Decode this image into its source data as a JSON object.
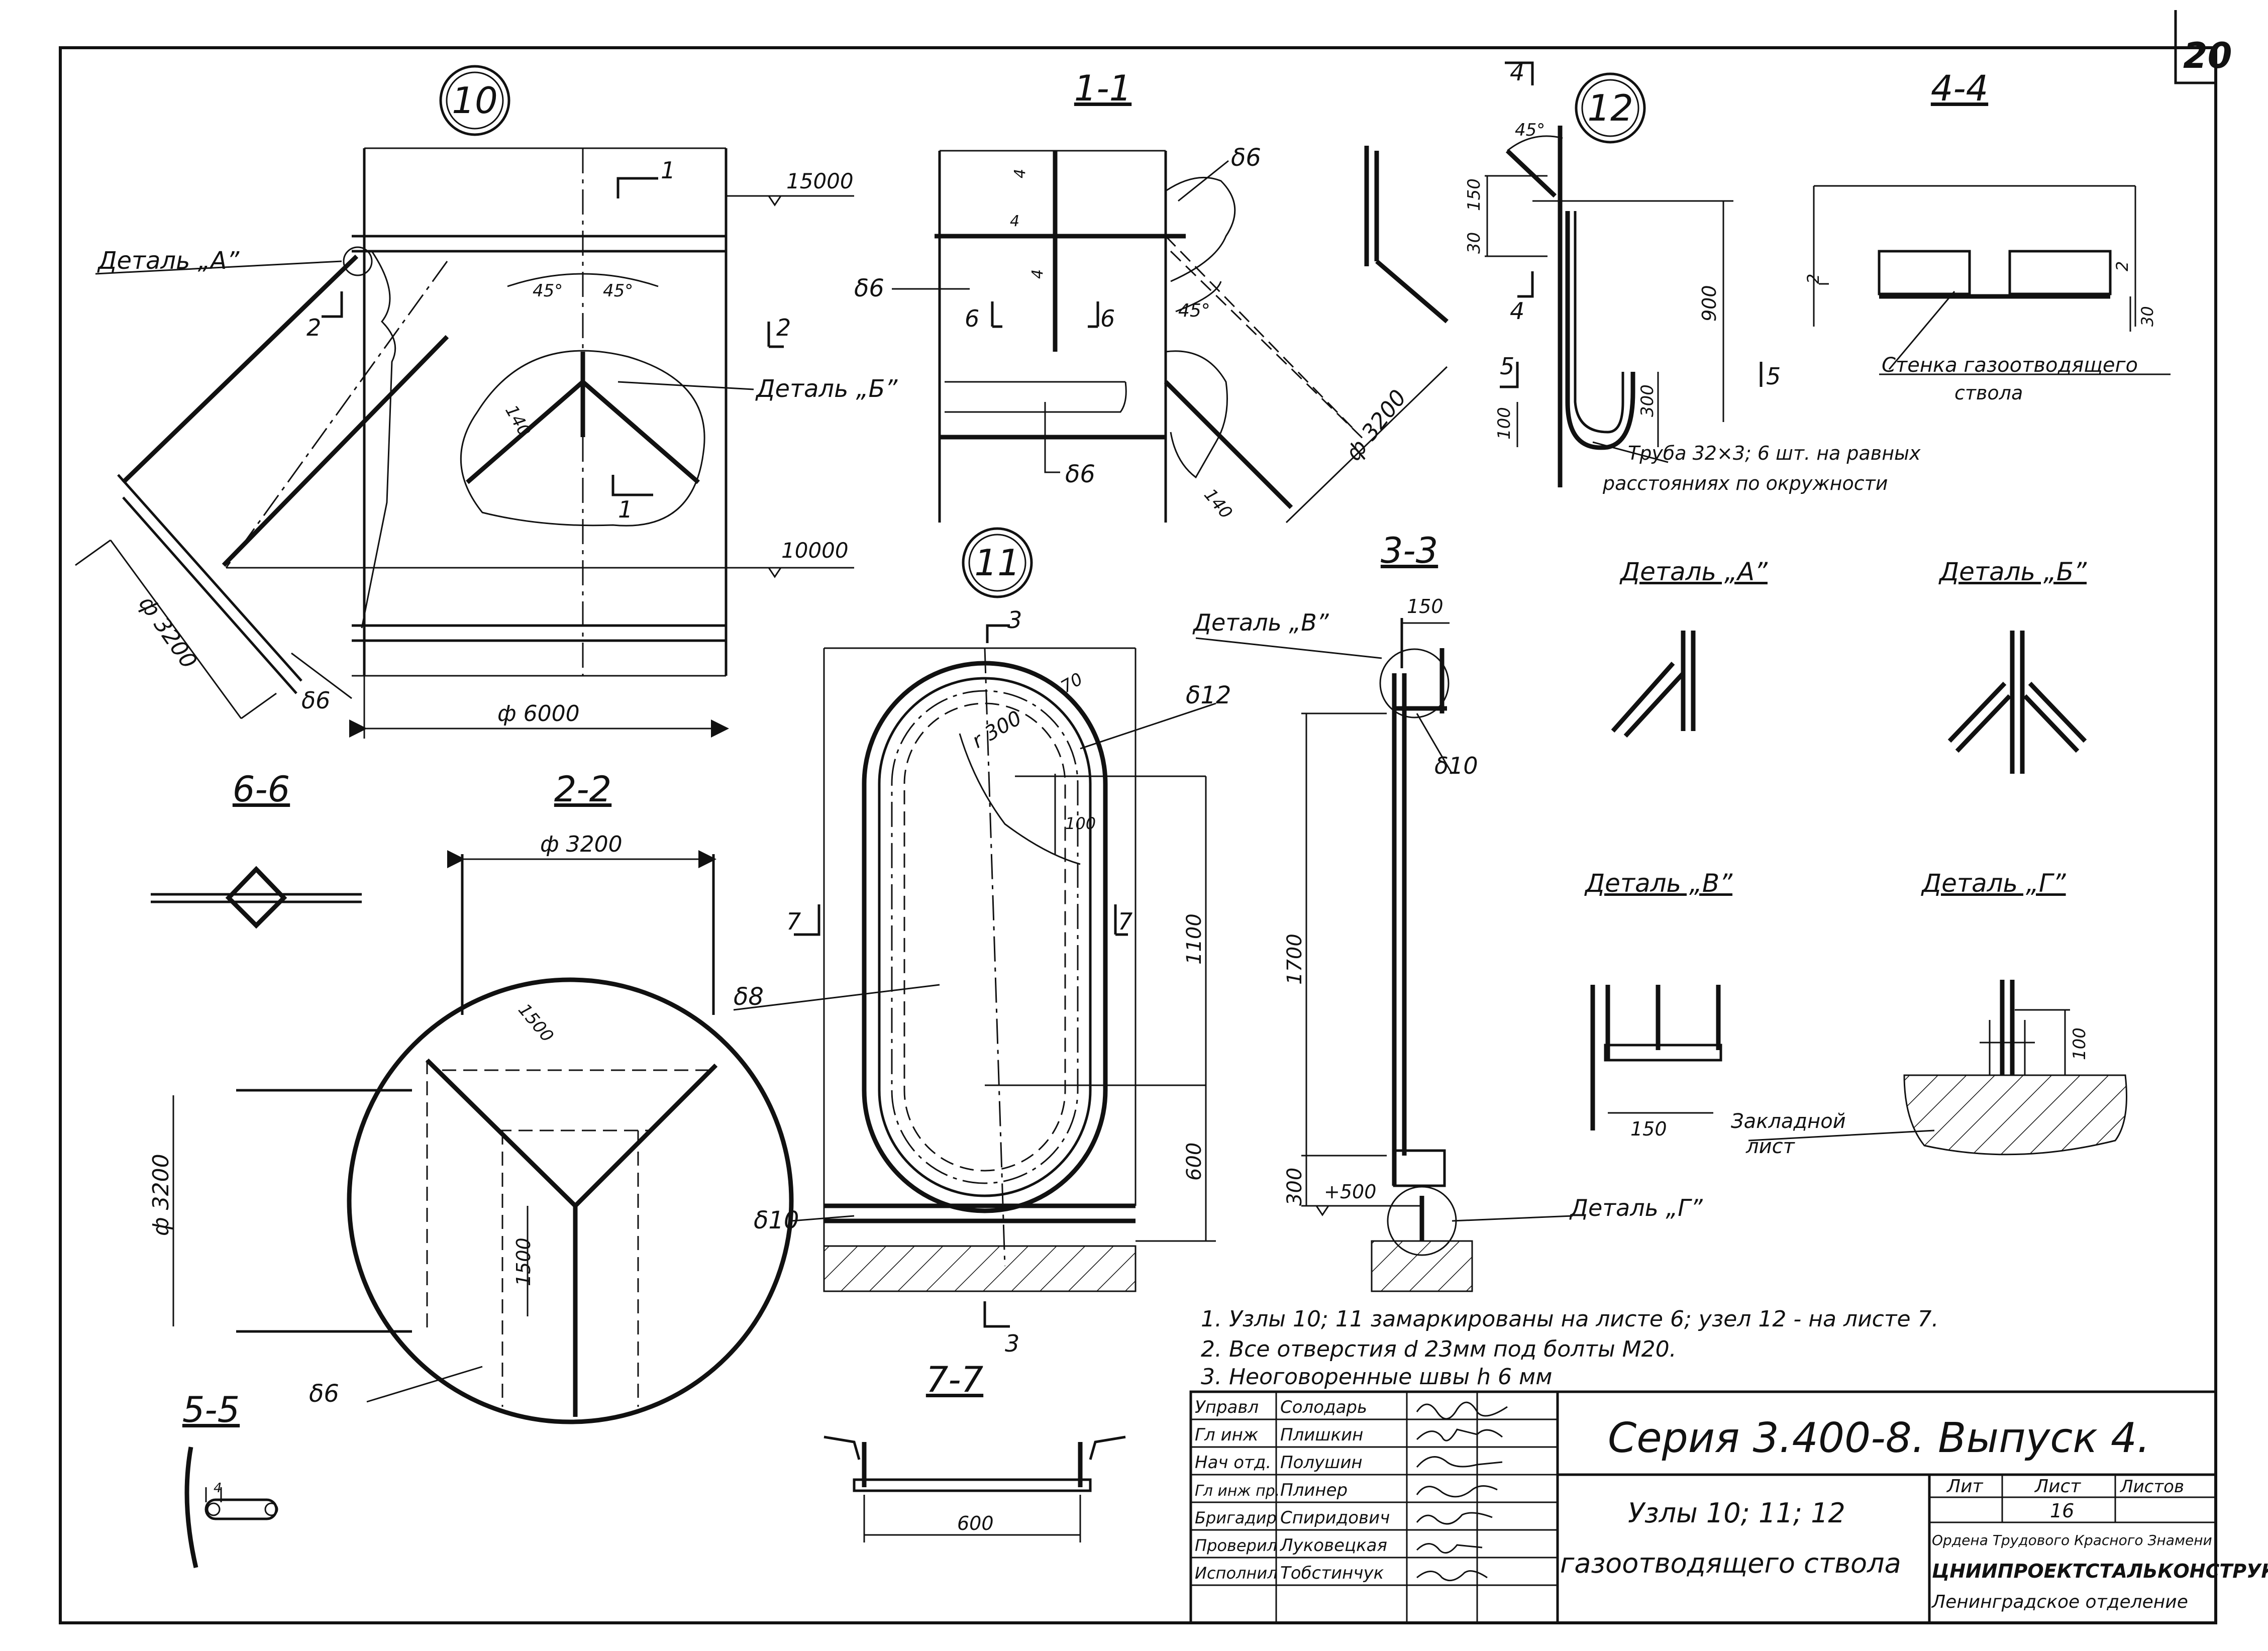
{
  "sheet": {
    "number": "20"
  },
  "node10": {
    "label": "10",
    "elev_top": "15000",
    "elev_bottom": "10000",
    "detail_a": "Деталь „А”",
    "detail_b": "Деталь „Б”",
    "angle_left": "45°",
    "angle_right": "45°",
    "dim_140": "140",
    "dim_dia_branch": "ф 3200",
    "dim_dia_main": "ф 6000",
    "thickness": "δ6",
    "cut_1_top": "1",
    "cut_1_bottom": "1",
    "cut_2_left": "2",
    "cut_2_right": "2"
  },
  "section11": {
    "title": "1-1",
    "thk_top": "δ6",
    "thk_left": "δ6",
    "thk_bottom": "δ6",
    "cut6_left": "6",
    "cut6_right": "6",
    "angle": "45°",
    "dim_140": "140",
    "dim_dia": "ф 3200",
    "weld_4a": "4",
    "weld_4b": "4",
    "weld_4c": "4"
  },
  "node12": {
    "label": "12",
    "angle": "45°",
    "dim_150": "150",
    "dim_30": "30",
    "dim_900": "900",
    "dim_300": "300",
    "dim_100": "100",
    "cut4_top": "4",
    "cut4_bottom": "4",
    "cut5_left": "5",
    "cut5_right": "5",
    "pipe_note_line1": "Труба 32×3; 6 шт. на равных",
    "pipe_note_line2": "расстояниях по окружности"
  },
  "section44": {
    "title": "4-4",
    "dim_30": "30",
    "mark_2a": "2",
    "mark_2b": "2",
    "wall_note_line1": "Стенка газоотводящего",
    "wall_note_line2": "ствола"
  },
  "details": {
    "a_title": "Деталь „А”",
    "b_title": "Деталь „Б”",
    "v_title": "Деталь „В”",
    "g_title": "Деталь „Г”",
    "v_dim": "150",
    "g_dim": "100",
    "embedded_line1": "Закладной",
    "embedded_line2": "лист"
  },
  "node11": {
    "label": "11",
    "cut3_top": "3",
    "cut3_bottom": "3",
    "cut7_left": "7",
    "cut7_right": "7",
    "thk_12": "δ12",
    "thk_8": "δ8",
    "thk_10": "δ10",
    "dim_r300": "r 300",
    "dim_70": "70",
    "dim_100": "100",
    "dim_1100": "1100",
    "dim_600": "600"
  },
  "section33": {
    "title": "3-3",
    "detail_v": "Деталь „В”",
    "detail_g": "Деталь „Г”",
    "dim_150": "150",
    "thk_10": "δ10",
    "dim_1700": "1700",
    "dim_300": "300",
    "elev_500": "+500"
  },
  "section66": {
    "title": "6-6"
  },
  "section22": {
    "title": "2-2",
    "dim_dia_top": "ф 3200",
    "dim_dia_left": "ф 3200",
    "dim_1500a": "1500",
    "dim_1500b": "1500",
    "thickness": "δ6"
  },
  "section55": {
    "title": "5-5",
    "dim_4": "4"
  },
  "section77": {
    "title": "7-7",
    "dim_600": "600"
  },
  "notes": [
    "1.  Узлы 10; 11 замаркированы на листе 6;  узел 12 - на листе 7.",
    "2.  Все отверстия  d 23мм  под болты  М20.",
    "3.  Неоговоренные  швы  h 6 мм"
  ],
  "title_block": {
    "series": "Серия  3.400-8.   Выпуск 4.",
    "title_line1": "Узлы 10; 11; 12",
    "title_line2": "газоотводящего ствола",
    "col_lit": "Лит",
    "col_list": "Лист",
    "col_listov": "Листов",
    "sheet_no": "16",
    "org_line1": "Ордена Трудового Красного Знамени",
    "org_line2": "ЦНИИПРОЕКТСТАЛЬКОНСТРУКЦИЯ",
    "org_line3": "Ленинградское отделение",
    "staff": [
      {
        "role": "Управл",
        "name": "Солодарь"
      },
      {
        "role": "Гл инж",
        "name": "Плишкин"
      },
      {
        "role": "Нач отд.",
        "name": "Полушин"
      },
      {
        "role": "Гл инж пр.",
        "name": "Плинер"
      },
      {
        "role": "Бригадир",
        "name": "Спиридович"
      },
      {
        "role": "Проверил",
        "name": "Луковецкая"
      },
      {
        "role": "Исполнил",
        "name": "Тобстинчук"
      }
    ]
  }
}
